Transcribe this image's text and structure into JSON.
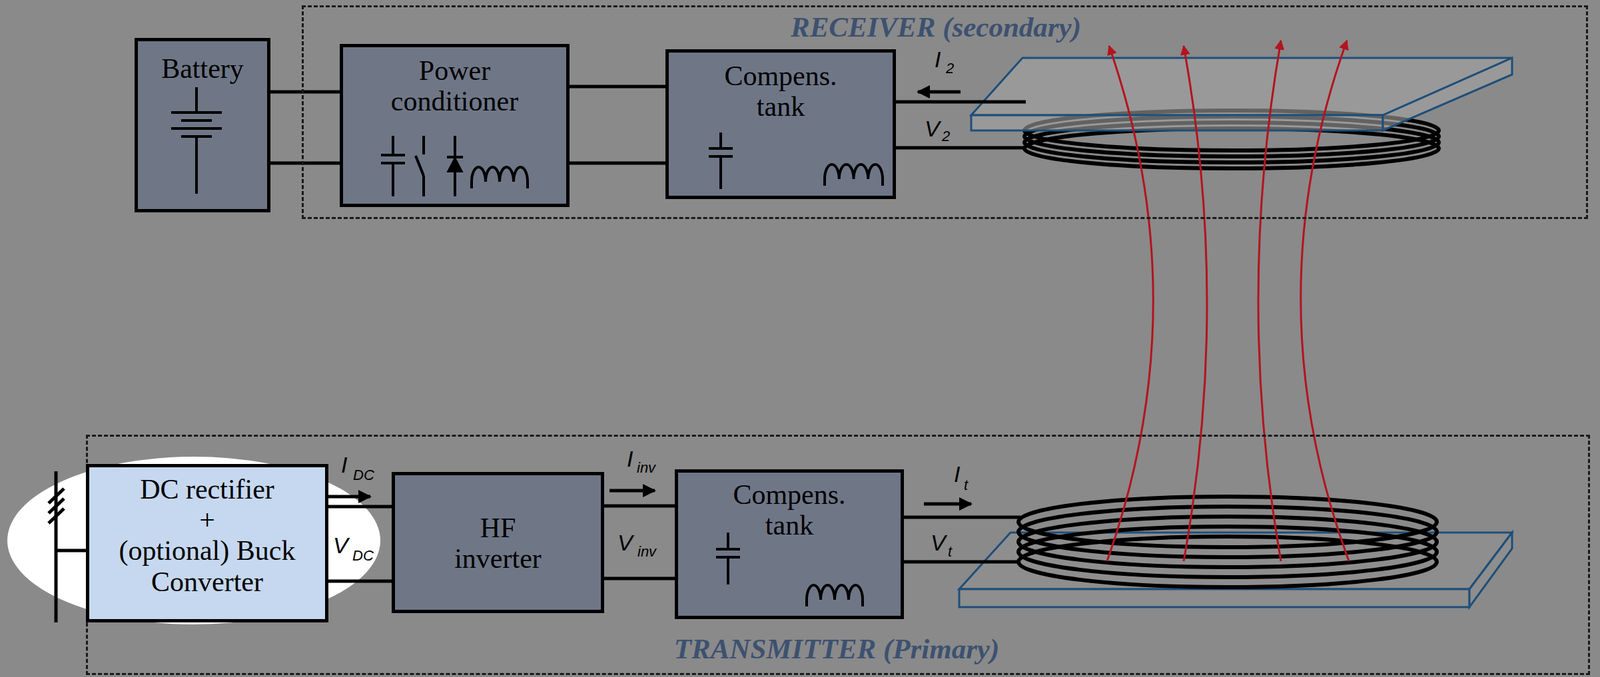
{
  "diagram": {
    "nodes": [
      {
        "text": [
          "RECEIVER (secondary)"
        ]
      },
      {
        "text": [
          "Battery"
        ]
      },
      {
        "text": [
          "Power conditioner"
        ],
        "in": 0
      },
      {
        "text": [
          "Compens. tank"
        ],
        "in": 0
      },
      {
        "text": [
          "TRANSMITTER (Primary)"
        ]
      },
      {
        "text": [
          "DC rectifier",
          "+",
          "(optional) Buck Converter"
        ],
        "in": 4
      },
      {
        "text": [
          "HF inverter"
        ],
        "in": 4
      },
      {
        "text": [
          "Compens. tank"
        ],
        "in": 4
      }
    ],
    "edges": [
      {
        "from": 1,
        "to": 2,
        "arrow": "none"
      },
      {
        "from": 2,
        "to": 3,
        "arrow": "none"
      },
      {
        "from": 5,
        "to": 6,
        "arrow": "none"
      },
      {
        "from": 6,
        "to": 7,
        "arrow": "none"
      }
    ],
    "labels": [
      "I",
      "2",
      "V",
      "2",
      "I",
      "DC",
      "V",
      "DC",
      "I",
      "inv",
      "V",
      "inv",
      "I",
      "t",
      "V",
      "t"
    ]
  }
}
